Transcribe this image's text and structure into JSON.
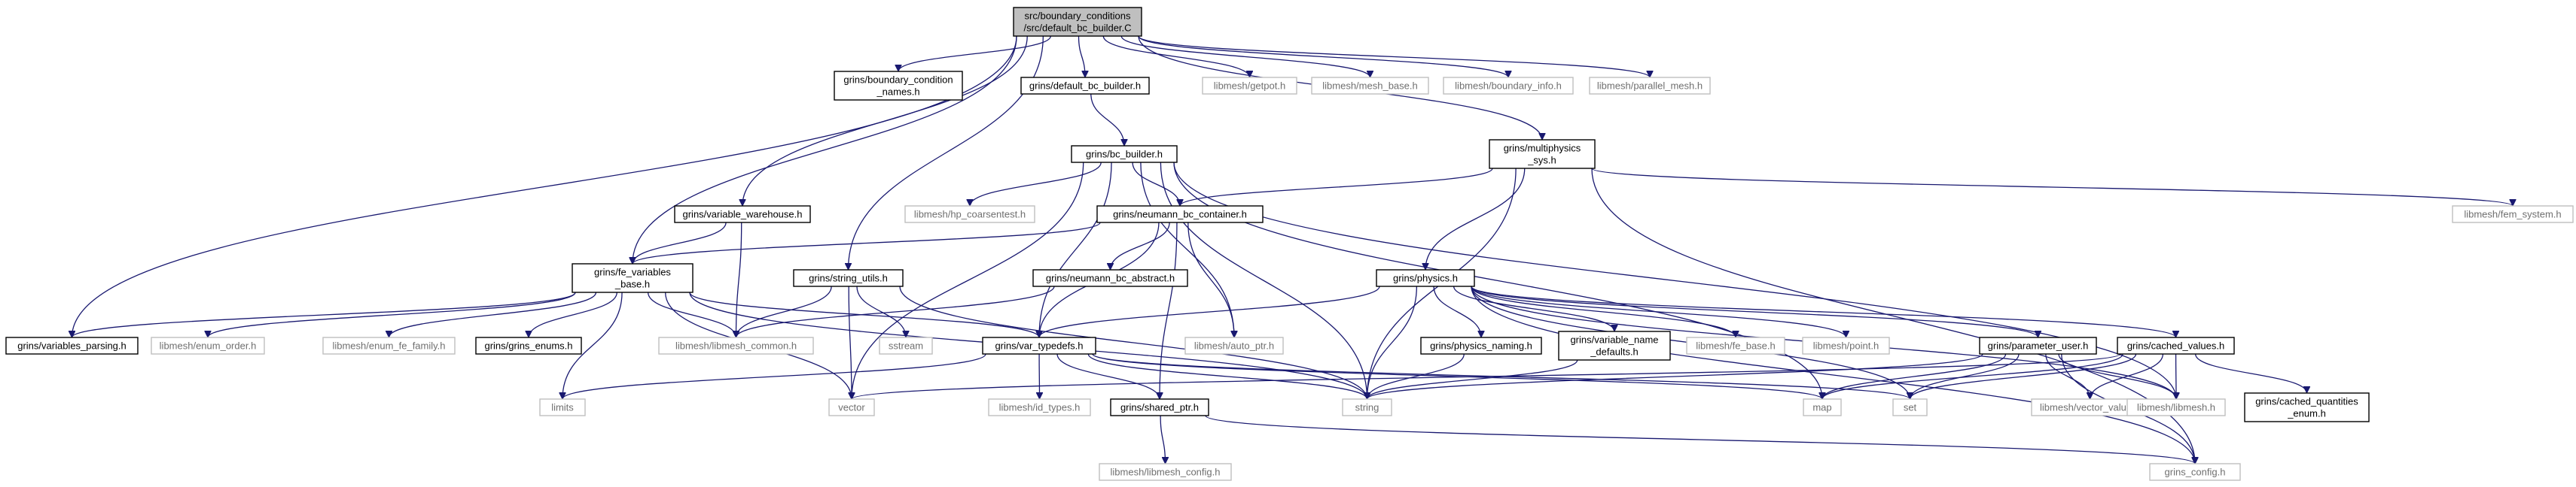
{
  "diagram": {
    "nodes": [
      {
        "id": "root",
        "lines": [
          "src/boundary_conditions",
          "/src/default_bc_builder.C"
        ],
        "kind": "root"
      },
      {
        "id": "bcnames",
        "lines": [
          "grins/boundary_condition",
          "_names.h"
        ],
        "kind": "internal"
      },
      {
        "id": "defbc",
        "lines": [
          "grins/default_bc_builder.h"
        ],
        "kind": "internal"
      },
      {
        "id": "getpot",
        "lines": [
          "libmesh/getpot.h"
        ],
        "kind": "external"
      },
      {
        "id": "meshbase",
        "lines": [
          "libmesh/mesh_base.h"
        ],
        "kind": "external"
      },
      {
        "id": "bdinfo",
        "lines": [
          "libmesh/boundary_info.h"
        ],
        "kind": "external"
      },
      {
        "id": "parmesh",
        "lines": [
          "libmesh/parallel_mesh.h"
        ],
        "kind": "external"
      },
      {
        "id": "bcbuilder",
        "lines": [
          "grins/bc_builder.h"
        ],
        "kind": "internal"
      },
      {
        "id": "multi",
        "lines": [
          "grins/multiphysics",
          "_sys.h"
        ],
        "kind": "internal"
      },
      {
        "id": "hpcoarsen",
        "lines": [
          "libmesh/hp_coarsentest.h"
        ],
        "kind": "external"
      },
      {
        "id": "neumann",
        "lines": [
          "grins/neumann_bc_container.h"
        ],
        "kind": "internal"
      },
      {
        "id": "femsys",
        "lines": [
          "libmesh/fem_system.h"
        ],
        "kind": "external"
      },
      {
        "id": "varware",
        "lines": [
          "grins/variable_warehouse.h"
        ],
        "kind": "internal"
      },
      {
        "id": "fevarbase",
        "lines": [
          "grins/fe_variables",
          "_base.h"
        ],
        "kind": "internal"
      },
      {
        "id": "strutils",
        "lines": [
          "grins/string_utils.h"
        ],
        "kind": "internal"
      },
      {
        "id": "neumannabs",
        "lines": [
          "grins/neumann_bc_abstract.h"
        ],
        "kind": "internal"
      },
      {
        "id": "physics",
        "lines": [
          "grins/physics.h"
        ],
        "kind": "internal"
      },
      {
        "id": "varparse",
        "lines": [
          "grins/variables_parsing.h"
        ],
        "kind": "internal"
      },
      {
        "id": "enumorder",
        "lines": [
          "libmesh/enum_order.h"
        ],
        "kind": "external"
      },
      {
        "id": "enumfefam",
        "lines": [
          "libmesh/enum_fe_family.h"
        ],
        "kind": "external"
      },
      {
        "id": "grinsenums",
        "lines": [
          "grins/grins_enums.h"
        ],
        "kind": "internal"
      },
      {
        "id": "libmeshcommon",
        "lines": [
          "libmesh/libmesh_common.h"
        ],
        "kind": "external"
      },
      {
        "id": "sstream",
        "lines": [
          "sstream"
        ],
        "kind": "external"
      },
      {
        "id": "autoptr",
        "lines": [
          "libmesh/auto_ptr.h"
        ],
        "kind": "external"
      },
      {
        "id": "physnaming",
        "lines": [
          "grins/physics_naming.h"
        ],
        "kind": "internal"
      },
      {
        "id": "varnamedef",
        "lines": [
          "grins/variable_name",
          "_defaults.h"
        ],
        "kind": "internal"
      },
      {
        "id": "febase",
        "lines": [
          "libmesh/fe_base.h"
        ],
        "kind": "external"
      },
      {
        "id": "point",
        "lines": [
          "libmesh/point.h"
        ],
        "kind": "external"
      },
      {
        "id": "paramuser",
        "lines": [
          "grins/parameter_user.h"
        ],
        "kind": "internal"
      },
      {
        "id": "cached",
        "lines": [
          "grins/cached_values.h"
        ],
        "kind": "internal"
      },
      {
        "id": "vartypedefs",
        "lines": [
          "grins/var_typedefs.h"
        ],
        "kind": "internal"
      },
      {
        "id": "limits",
        "lines": [
          "limits"
        ],
        "kind": "external"
      },
      {
        "id": "vector",
        "lines": [
          "vector"
        ],
        "kind": "external"
      },
      {
        "id": "idtypes",
        "lines": [
          "libmesh/id_types.h"
        ],
        "kind": "external"
      },
      {
        "id": "sharedptr",
        "lines": [
          "grins/shared_ptr.h"
        ],
        "kind": "internal"
      },
      {
        "id": "string",
        "lines": [
          "string"
        ],
        "kind": "external"
      },
      {
        "id": "map",
        "lines": [
          "map"
        ],
        "kind": "external"
      },
      {
        "id": "set",
        "lines": [
          "set"
        ],
        "kind": "external"
      },
      {
        "id": "vecvalue",
        "lines": [
          "libmesh/vector_value.h"
        ],
        "kind": "external"
      },
      {
        "id": "libmeshh",
        "lines": [
          "libmesh/libmesh.h"
        ],
        "kind": "external"
      },
      {
        "id": "cachedenum",
        "lines": [
          "grins/cached_quantities",
          "_enum.h"
        ],
        "kind": "internal"
      },
      {
        "id": "libmeshcfg",
        "lines": [
          "libmesh/libmesh_config.h"
        ],
        "kind": "external"
      },
      {
        "id": "grinscfg",
        "lines": [
          "grins_config.h"
        ],
        "kind": "external"
      }
    ],
    "edges": [
      [
        "root",
        "bcnames"
      ],
      [
        "root",
        "defbc"
      ],
      [
        "root",
        "getpot"
      ],
      [
        "root",
        "meshbase"
      ],
      [
        "root",
        "bdinfo"
      ],
      [
        "root",
        "parmesh"
      ],
      [
        "root",
        "multi"
      ],
      [
        "root",
        "varware"
      ],
      [
        "root",
        "fevarbase"
      ],
      [
        "root",
        "strutils"
      ],
      [
        "root",
        "varparse"
      ],
      [
        "defbc",
        "bcbuilder"
      ],
      [
        "bcbuilder",
        "hpcoarsen"
      ],
      [
        "bcbuilder",
        "neumann"
      ],
      [
        "bcbuilder",
        "vartypedefs"
      ],
      [
        "bcbuilder",
        "vector"
      ],
      [
        "bcbuilder",
        "autoptr"
      ],
      [
        "bcbuilder",
        "string"
      ],
      [
        "bcbuilder",
        "map"
      ],
      [
        "bcbuilder",
        "libmeshh"
      ],
      [
        "multi",
        "neumann"
      ],
      [
        "multi",
        "femsys"
      ],
      [
        "multi",
        "physics"
      ],
      [
        "multi",
        "string"
      ],
      [
        "multi",
        "grinscfg"
      ],
      [
        "neumann",
        "fevarbase"
      ],
      [
        "neumann",
        "neumannabs"
      ],
      [
        "neumann",
        "vartypedefs"
      ],
      [
        "neumann",
        "sharedptr"
      ],
      [
        "neumann",
        "autoptr"
      ],
      [
        "neumannabs",
        "libmeshcommon"
      ],
      [
        "varware",
        "fevarbase"
      ],
      [
        "varware",
        "libmeshcommon"
      ],
      [
        "fevarbase",
        "varparse"
      ],
      [
        "fevarbase",
        "enumorder"
      ],
      [
        "fevarbase",
        "enumfefam"
      ],
      [
        "fevarbase",
        "grinsenums"
      ],
      [
        "fevarbase",
        "libmeshcommon"
      ],
      [
        "fevarbase",
        "vartypedefs"
      ],
      [
        "fevarbase",
        "limits"
      ],
      [
        "fevarbase",
        "vector"
      ],
      [
        "fevarbase",
        "string"
      ],
      [
        "strutils",
        "libmeshcommon"
      ],
      [
        "strutils",
        "sstream"
      ],
      [
        "strutils",
        "vector"
      ],
      [
        "strutils",
        "string"
      ],
      [
        "physics",
        "vartypedefs"
      ],
      [
        "physics",
        "physnaming"
      ],
      [
        "physics",
        "varnamedef"
      ],
      [
        "physics",
        "febase"
      ],
      [
        "physics",
        "point"
      ],
      [
        "physics",
        "paramuser"
      ],
      [
        "physics",
        "cached"
      ],
      [
        "physics",
        "string"
      ],
      [
        "physics",
        "set"
      ],
      [
        "physics",
        "libmeshh"
      ],
      [
        "physics",
        "grinscfg"
      ],
      [
        "vartypedefs",
        "limits"
      ],
      [
        "vartypedefs",
        "idtypes"
      ],
      [
        "vartypedefs",
        "sharedptr"
      ],
      [
        "vartypedefs",
        "string"
      ],
      [
        "vartypedefs",
        "set"
      ],
      [
        "vartypedefs",
        "map"
      ],
      [
        "sharedptr",
        "libmeshcfg"
      ],
      [
        "sharedptr",
        "grinscfg"
      ],
      [
        "physnaming",
        "string"
      ],
      [
        "varnamedef",
        "string"
      ],
      [
        "paramuser",
        "string"
      ],
      [
        "paramuser",
        "map"
      ],
      [
        "paramuser",
        "set"
      ],
      [
        "paramuser",
        "vecvalue"
      ],
      [
        "paramuser",
        "libmeshh"
      ],
      [
        "paramuser",
        "grinscfg"
      ],
      [
        "cached",
        "vector"
      ],
      [
        "cached",
        "map"
      ],
      [
        "cached",
        "set"
      ],
      [
        "cached",
        "vecvalue"
      ],
      [
        "cached",
        "libmeshh"
      ],
      [
        "cached",
        "cachedenum"
      ]
    ]
  }
}
